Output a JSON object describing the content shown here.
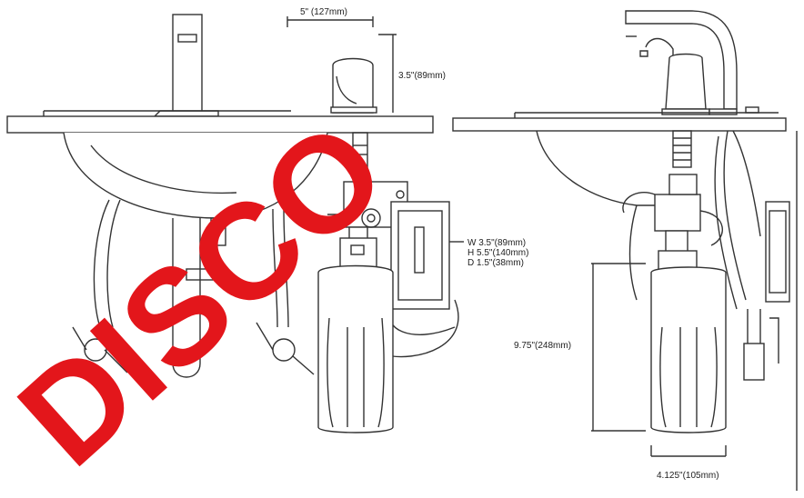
{
  "dimensions": {
    "spout_width": "5\" (127mm)",
    "spout_height": "3.5\"(89mm)",
    "box_width": "W 3.5\"(89mm)",
    "box_height": "H 5.5\"(140mm)",
    "box_depth": "D 1.5\"(38mm)",
    "tank_height": "9.75\"(248mm)",
    "tank_width": "4.125\"(105mm)"
  },
  "overlay": {
    "text": "DISCO",
    "color": "#e3161b"
  }
}
